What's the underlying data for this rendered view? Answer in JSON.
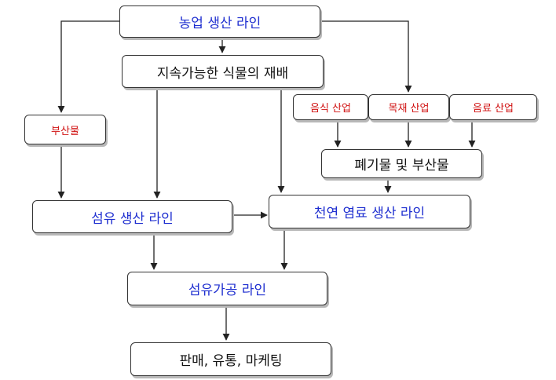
{
  "nodes": {
    "agri": "농업 생산 라인",
    "plant": "지속가능한 식물의 재배",
    "byproduct": "부산물",
    "food": "음식 산업",
    "wood": "목재 산업",
    "beverage": "음료 산업",
    "waste": "폐기물 및 부산물",
    "fiber": "섬유 생산 라인",
    "dye": "천연 염료 생산 라인",
    "processing": "섬유가공 라인",
    "sales": "판매, 유통, 마케팅"
  },
  "colors": {
    "blue_text": "#1f2fd0",
    "red_text": "#d01010",
    "black_text": "#111111",
    "line": "#222222"
  }
}
